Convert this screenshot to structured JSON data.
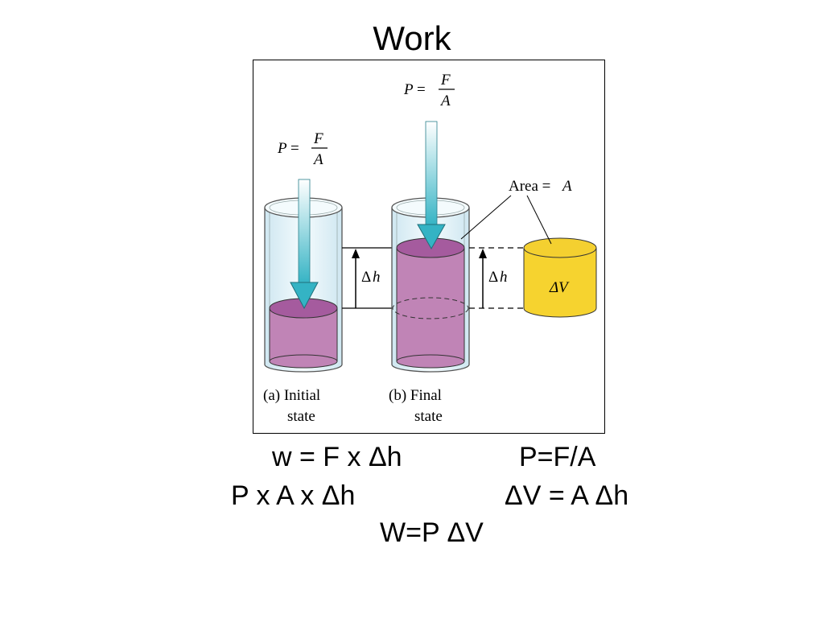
{
  "title": "Work",
  "figure": {
    "pressure_label_p": "P",
    "pressure_label_eq": "=",
    "pressure_label_num": "F",
    "pressure_label_den": "A",
    "area_label": "Area = ",
    "area_label_var": "A",
    "delta_h_label": "Δ",
    "delta_h_var": "h",
    "delta_v_label": "ΔV",
    "caption_a_line1": "(a) Initial",
    "caption_a_line2": "state",
    "caption_b_line1": "(b) Final",
    "caption_b_line2": "state",
    "colors": {
      "liquid_body": "#c084b6",
      "liquid_top": "#a55b9e",
      "cylinder_glass": "#e3f2f8",
      "arrow": "#34b3c4",
      "volume_block": "#f6d32f",
      "volume_block_top": "#f4d030"
    }
  },
  "equations": {
    "work_def": "w = F x Δh",
    "pressure_def": "P=F/A",
    "substituted": "P x A x Δh",
    "volume_def": "ΔV = A Δh",
    "result": "W=P ΔV"
  }
}
